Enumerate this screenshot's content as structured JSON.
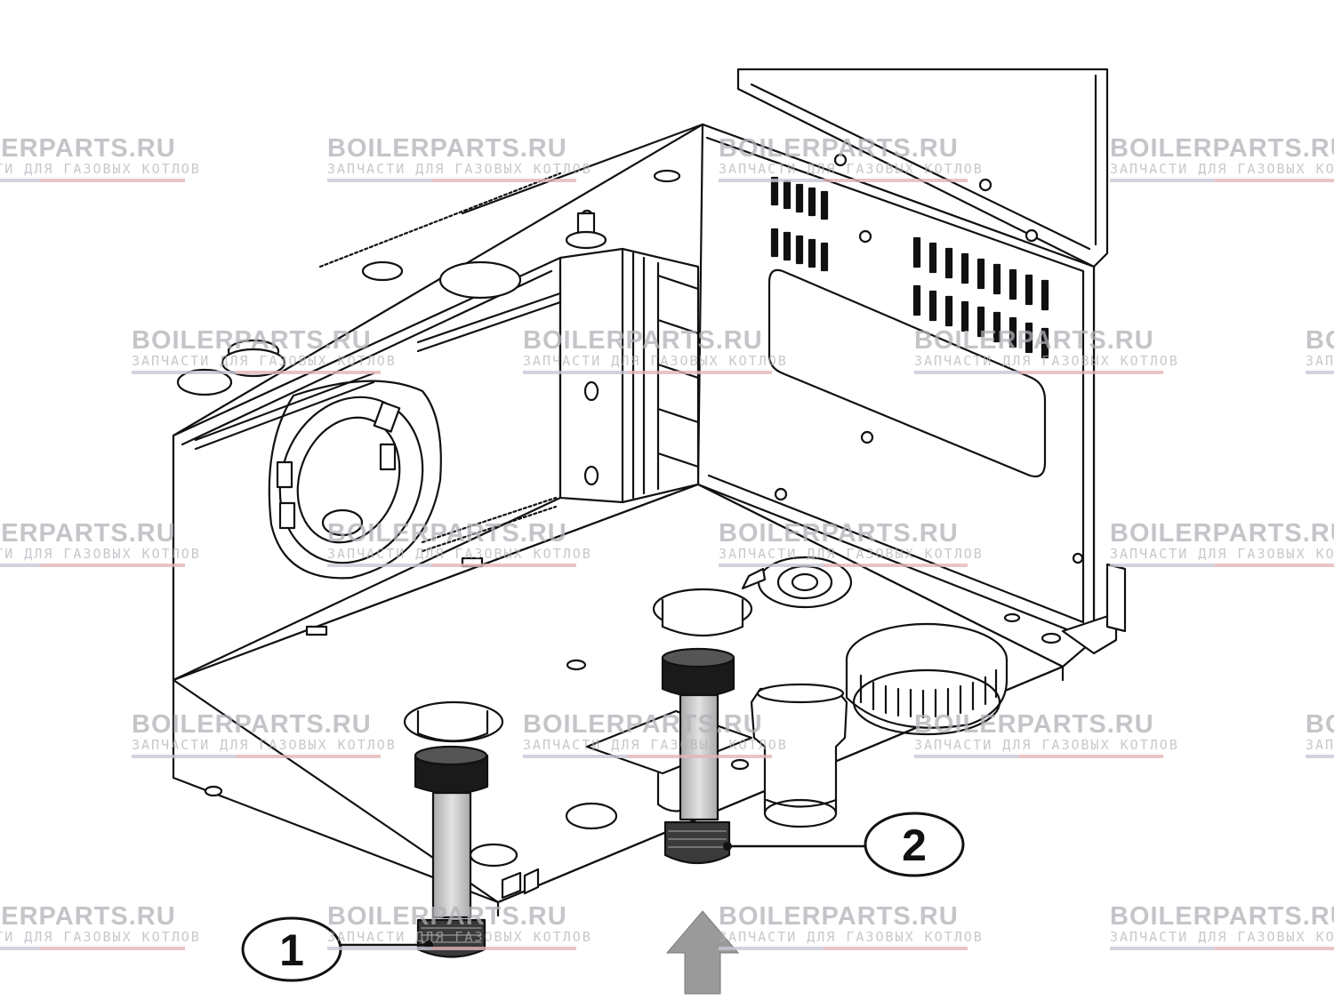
{
  "watermark": {
    "brand": "BOILERPARTS.RU",
    "tagline": "ЗАПЧАСТИ ДЛЯ ГАЗОВЫХ КОТЛОВ"
  },
  "callouts": [
    {
      "label": "1"
    },
    {
      "label": "2"
    }
  ],
  "colors": {
    "line": "#111111",
    "pipe": "#c8c8c8",
    "arrow": "#9a9a9a",
    "watermark": "#b0b2b8"
  }
}
